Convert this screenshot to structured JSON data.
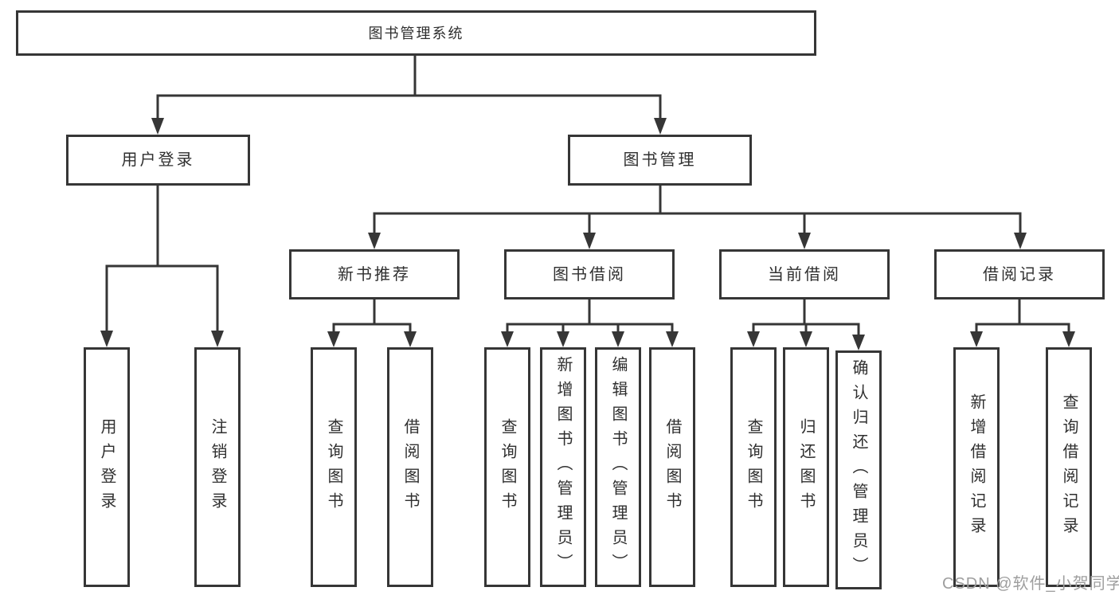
{
  "diagram": {
    "root": {
      "label": "图书管理系统"
    },
    "children": [
      {
        "label": "用户登录",
        "children": [
          {
            "label": "用户登录"
          },
          {
            "label": "注销登录"
          }
        ]
      },
      {
        "label": "图书管理",
        "children": [
          {
            "label": "新书推荐",
            "children": [
              {
                "label": "查询图书"
              },
              {
                "label": "借阅图书"
              }
            ]
          },
          {
            "label": "图书借阅",
            "children": [
              {
                "label": "查询图书"
              },
              {
                "label": "新增图书（管理员）"
              },
              {
                "label": "编辑图书（管理员）"
              },
              {
                "label": "借阅图书"
              }
            ]
          },
          {
            "label": "当前借阅",
            "children": [
              {
                "label": "查询图书"
              },
              {
                "label": "归还图书"
              },
              {
                "label": "确认归还（管理员）"
              }
            ]
          },
          {
            "label": "借阅记录",
            "children": [
              {
                "label": "新增借阅记录"
              },
              {
                "label": "查询借阅记录"
              }
            ]
          }
        ]
      }
    ]
  },
  "watermark": {
    "text": "CSDN @软件_小贺同学"
  },
  "colors": {
    "line": "#363636",
    "text": "#2f2f2f",
    "watermark": "#9e9e9e",
    "background": "#ffffff"
  }
}
